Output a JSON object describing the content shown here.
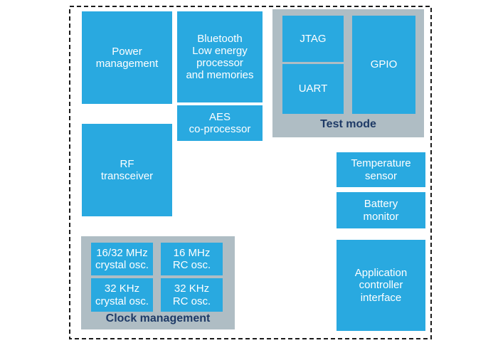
{
  "blocks": {
    "power_management": "Power\nmanagement",
    "ble_processor": "Bluetooth\nLow energy\nprocessor\nand memories",
    "aes_coprocessor": "AES\nco-processor",
    "jtag": "JTAG",
    "uart": "UART",
    "gpio": "GPIO",
    "rf_transceiver": "RF\ntransceiver",
    "temperature_sensor": "Temperature\nsensor",
    "battery_monitor": "Battery\nmonitor",
    "application_controller": "Application\ncontroller\ninterface",
    "osc_16_32_crystal": "16/32 MHz\ncrystal osc.",
    "osc_16_rc": "16 MHz\nRC osc.",
    "osc_32k_crystal": "32 KHz\ncrystal osc.",
    "osc_32k_rc": "32 KHz\nRC osc."
  },
  "groups": {
    "test_mode": "Test mode",
    "clock_management": "Clock management"
  },
  "colors": {
    "block_blue": "#29A9E0",
    "group_gray": "#AFBDC4",
    "group_label_navy": "#1E3A66",
    "block_text": "#FFFFFF",
    "boundary_border": "#1A1A1A",
    "background": "#FFFFFF"
  }
}
